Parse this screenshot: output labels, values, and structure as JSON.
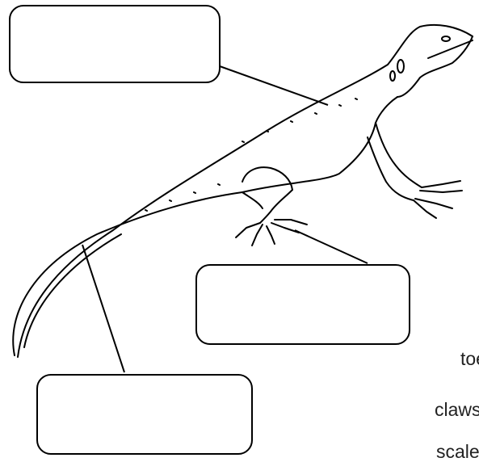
{
  "words": [
    "toe",
    "claws",
    "scales"
  ],
  "colors": {
    "line": "#000000",
    "background": "#ffffff"
  },
  "image": {
    "subject": "lizard-outline"
  }
}
